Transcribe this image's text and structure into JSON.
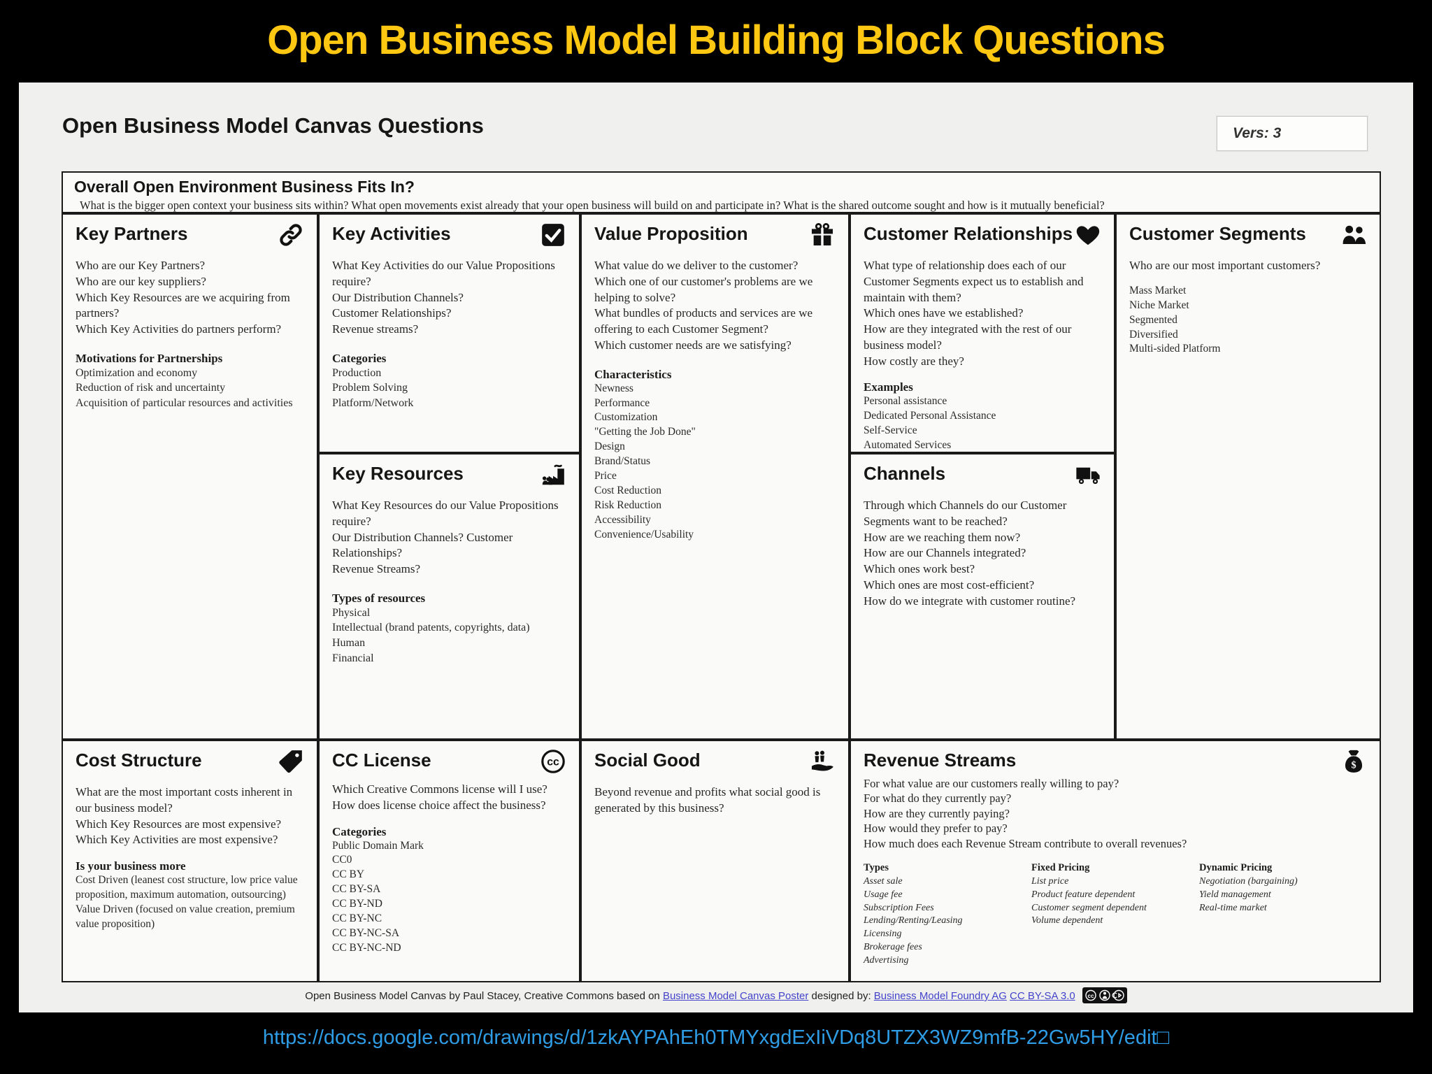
{
  "header": {
    "main_title": "Open Business Model Building Block Questions",
    "canvas_title": "Open Business Model Canvas Questions",
    "version": "Vers: 3"
  },
  "overall": {
    "title": "Overall Open Environment Business Fits In?",
    "subtitle": "What is the bigger open context your business sits within? What open movements exist already that your open business will build on and participate in? What is the shared outcome sought and how is it  mutually beneficial?"
  },
  "sections": {
    "key_partners": {
      "title": "Key Partners",
      "icon": "link-icon",
      "questions": [
        "Who are our Key Partners?",
        "Who are our key suppliers?",
        "Which Key Resources are we acquiring from partners?",
        "Which Key Activities do partners perform?"
      ],
      "subheader": "Motivations for Partnerships",
      "items": [
        "Optimization and economy",
        "Reduction of risk and uncertainty",
        "Acquisition of particular resources and activities"
      ]
    },
    "key_activities": {
      "title": "Key Activities",
      "icon": "checkbox-icon",
      "questions": [
        "What Key Activities do our Value Propositions require?",
        "Our Distribution Channels?",
        "Customer Relationships?",
        "Revenue streams?"
      ],
      "subheader": "Categories",
      "items": [
        "Production",
        "Problem Solving",
        "Platform/Network"
      ]
    },
    "key_resources": {
      "title": "Key Resources",
      "icon": "factory-icon",
      "questions": [
        "What Key Resources do our Value Propositions require?",
        "Our Distribution Channels? Customer Relationships?",
        "Revenue Streams?"
      ],
      "subheader": "Types of resources",
      "items": [
        "Physical",
        "Intellectual (brand patents, copyrights, data)",
        "Human",
        "Financial"
      ]
    },
    "value_proposition": {
      "title": "Value Proposition",
      "icon": "gift-icon",
      "questions": [
        "What value do we deliver to the customer?",
        "Which one of our customer's problems are we helping to solve?",
        "What bundles of products and services are we offering to each Customer Segment?",
        "Which customer needs are we satisfying?"
      ],
      "subheader": "Characteristics",
      "items": [
        "Newness",
        "Performance",
        "Customization",
        "\"Getting the Job Done\"",
        "Design",
        "Brand/Status",
        "Price",
        "Cost Reduction",
        "Risk Reduction",
        "Accessibility",
        "Convenience/Usability"
      ]
    },
    "customer_relationships": {
      "title": "Customer Relationships",
      "icon": "heart-icon",
      "questions": [
        "What type of relationship does each of our Customer Segments expect us to establish and maintain with them?",
        "Which ones have we established?",
        "How are they integrated with the rest of our business model?",
        "How costly are they?"
      ],
      "subheader": "Examples",
      "items": [
        "Personal assistance",
        "Dedicated Personal Assistance",
        "Self-Service",
        "Automated Services"
      ]
    },
    "channels": {
      "title": "Channels",
      "icon": "truck-icon",
      "questions": [
        "Through which Channels do our Customer Segments want to be reached?",
        "How are we reaching them now?",
        "How are our Channels integrated?",
        "Which ones work best?",
        "Which ones are most cost-efficient?",
        "How do we integrate with customer routine?"
      ]
    },
    "customer_segments": {
      "title": "Customer Segments",
      "icon": "people-icon",
      "questions": [
        "Who are our most important customers?"
      ],
      "items": [
        "Mass Market",
        "Niche Market",
        "Segmented",
        "Diversified",
        "Multi-sided Platform"
      ]
    },
    "cost_structure": {
      "title": "Cost Structure",
      "icon": "price-tag-icon",
      "questions": [
        "What are the most important costs inherent in our business model?",
        "Which Key Resources are most expensive?",
        "Which Key Activities are most expensive?"
      ],
      "subheader": "Is your business more",
      "items": [
        "Cost Driven (leanest cost structure, low price value proposition, maximum automation, outsourcing)",
        "Value Driven (focused on value creation, premium value proposition)"
      ]
    },
    "cc_license": {
      "title": "CC License",
      "icon": "cc-icon",
      "questions": [
        "Which Creative Commons license will I use?",
        "How does license choice affect the business?"
      ],
      "subheader": "Categories",
      "items": [
        "Public Domain Mark",
        "CC0",
        "CC BY",
        "CC BY-SA",
        "CC BY-ND",
        "CC BY-NC",
        "CC BY-NC-SA",
        "CC BY-NC-ND"
      ]
    },
    "social_good": {
      "title": "Social Good",
      "icon": "helping-hand-icon",
      "questions": [
        "Beyond revenue and profits what social good is generated by this business?"
      ]
    },
    "revenue_streams": {
      "title": "Revenue Streams",
      "icon": "money-bag-icon",
      "questions": [
        "For what value are our customers really willing to pay?",
        "For what do they currently pay?",
        "How are they currently paying?",
        "How would they prefer to pay?",
        "How much does each Revenue Stream contribute to overall revenues?"
      ],
      "columns": [
        {
          "header": "Types",
          "items": [
            "Asset sale",
            "Usage fee",
            "Subscription Fees",
            "Lending/Renting/Leasing",
            "Licensing",
            "Brokerage fees",
            "Advertising"
          ]
        },
        {
          "header": "Fixed Pricing",
          "items": [
            "List price",
            "Product feature dependent",
            "Customer segment dependent",
            "Volume dependent"
          ]
        },
        {
          "header": "Dynamic Pricing",
          "items": [
            "Negotiation (bargaining)",
            "Yield management",
            "Real-time market"
          ]
        }
      ]
    }
  },
  "footer": {
    "text_before": "Open Business Model Canvas by Paul Stacey, Creative Commons based on ",
    "link_poster": "Business Model Canvas Poster",
    "text_designed": " designed by: ",
    "link_foundry": "Business Model Foundry AG",
    "link_license": "CC BY-SA 3.0",
    "badge": "cc-by-sa-badge"
  },
  "doc_url": "https://docs.google.com/drawings/d/1zkAYPAhEh0TMYxgdExIiVDq8UTZX3WZ9mfB-22Gw5HY/edit□",
  "colors": {
    "title_yellow": "#fec712",
    "url_blue": "#2e9de6",
    "link_purple": "#4343cc",
    "background": "#000000"
  }
}
